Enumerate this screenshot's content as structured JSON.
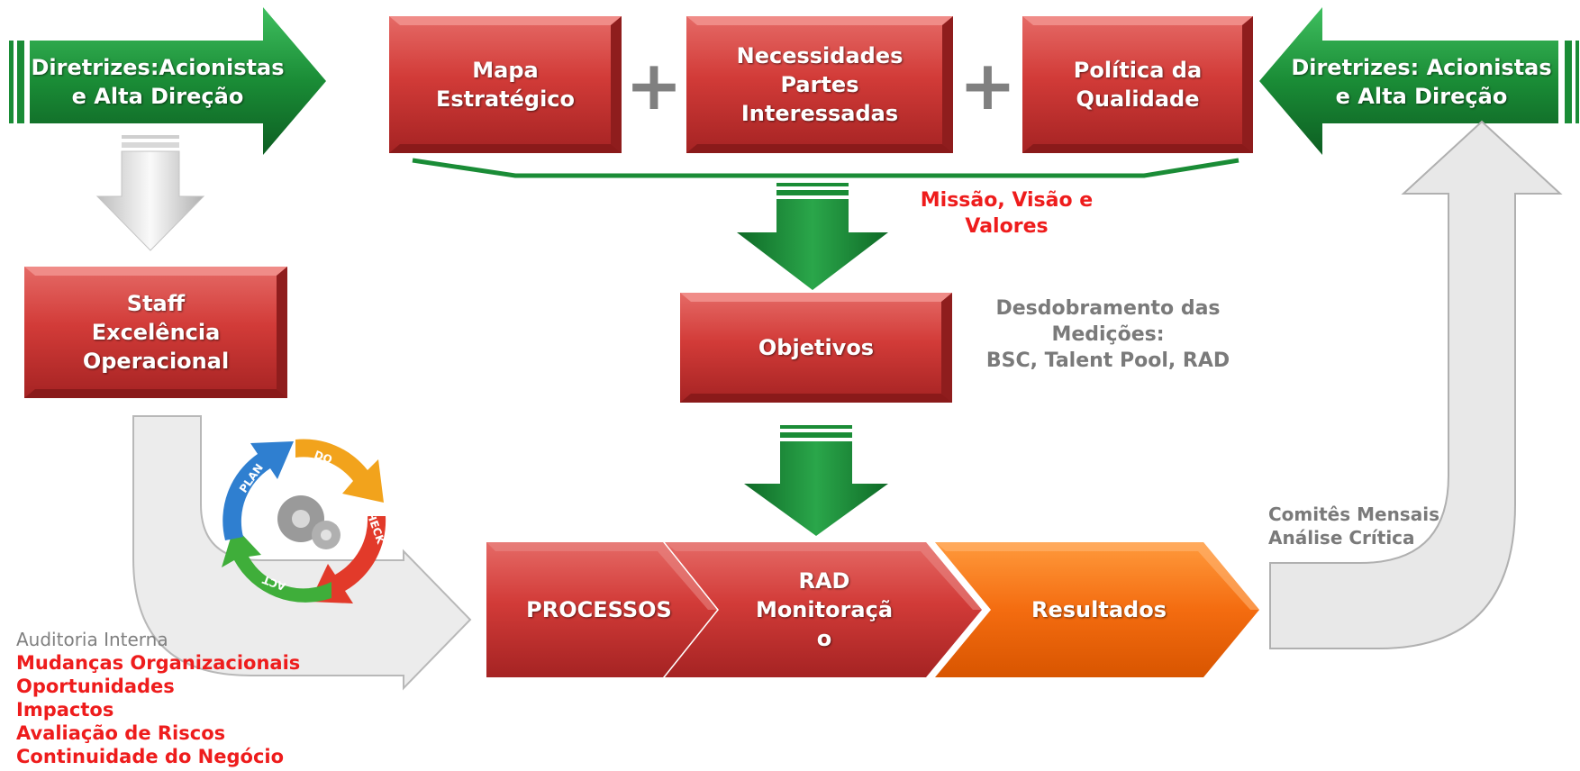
{
  "colors": {
    "green": "#1f8f3a",
    "red": "#c8302f",
    "orange": "#f36b0c",
    "grey_text": "#7a7a7a",
    "red_text": "#ee1c1c"
  },
  "top": {
    "left_arrow": "Diretrizes:Acionistas\ne Alta Direção",
    "mapa": "Mapa\nEstratégico",
    "necessidades": "Necessidades\nPartes\nInteressadas",
    "politica": "Política da\nQualidade",
    "right_arrow": "Diretrizes: Acionistas\ne Alta Direção",
    "plus_symbol": "+"
  },
  "missao": "Missão, Visão e\nValores",
  "staff": "Staff\nExcelência\nOperacional",
  "objetivos": "Objetivos",
  "desdobramento": "Desdobramento das\nMedições:\nBSC, Talent Pool, RAD",
  "pdca": {
    "plan": "PLAN",
    "do": "DO",
    "check": "CHECK",
    "act": "ACT"
  },
  "flow": {
    "processos": "PROCESSOS",
    "rad": "RAD\nMonitoraçã\no",
    "resultados": "Resultados"
  },
  "comites": "Comitês Mensais\nAnálise Crítica",
  "auditoria": {
    "title": "Auditoria Interna",
    "items": [
      "Mudanças Organizacionais",
      "Oportunidades",
      "Impactos",
      "Avaliação de Riscos",
      "Continuidade do Negócio"
    ]
  }
}
